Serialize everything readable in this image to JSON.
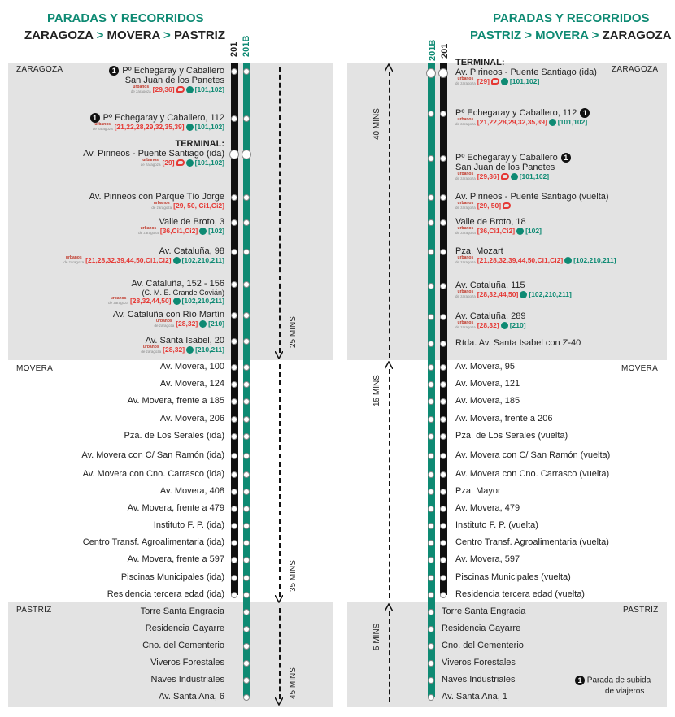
{
  "left": {
    "title": "PARADAS Y RECORRIDOS",
    "route": {
      "from": "ZARAGOZA",
      "sep1": " > ",
      "mid": "MOVERA",
      "sep2": " > ",
      "to": "PASTRIZ"
    },
    "lines": [
      "201",
      "201B"
    ],
    "zones": [
      "ZARAGOZA",
      "MOVERA",
      "PASTRIZ"
    ],
    "durations": [
      "25 MINS",
      "35 MINS",
      "45 MINS"
    ],
    "stops": [
      {
        "name": "Pº Echegaray y Caballero",
        "name2": "San Juan de los Panetes",
        "badge": "1",
        "red": "[29,36]",
        "tram": true,
        "teal": "[101,102]"
      },
      {
        "name": "Pº Echegaray y Caballero, 112",
        "badge": "1",
        "red": "[21,22,28,29,32,35,39]",
        "teal": "[101,102]"
      },
      {
        "pre": "TERMINAL:",
        "name": "Av. Pirineos - Puente Santiago (ida)",
        "red": "[29]",
        "tram": true,
        "teal": "[101,102]"
      },
      {
        "name": "Av. Pirineos con Parque Tío Jorge",
        "red": "[29, 50, Ci1,Ci2]"
      },
      {
        "name": "Valle de Broto, 3",
        "red": "[36,Ci1,Ci2]",
        "teal": "[102]"
      },
      {
        "name": "Av. Cataluña, 98",
        "red": "[21,28,32,39,44,50,Ci1,Ci2]",
        "teal": "[102,210,211]"
      },
      {
        "name": "Av. Cataluña, 152 - 156",
        "name2": "(C. M. E. Grande Covián)",
        "red": "[28,32,44,50]",
        "teal": "[102,210,211]"
      },
      {
        "name": "Av. Cataluña con Río Martín",
        "red": "[28,32]",
        "teal": "[210]"
      },
      {
        "name": "Av. Santa Isabel, 20",
        "red": "[28,32]",
        "teal": "[210,211]"
      },
      {
        "name": "Av. Movera, 100"
      },
      {
        "name": "Av. Movera, 124"
      },
      {
        "name": "Av. Movera, frente a 185"
      },
      {
        "name": "Av. Movera, 206"
      },
      {
        "name": "Pza. de Los Serales (ida)"
      },
      {
        "name": "Av. Movera con C/ San Ramón (ida)"
      },
      {
        "name": "Av. Movera con Cno. Carrasco (ida)"
      },
      {
        "name": "Av. Movera, 408"
      },
      {
        "name": "Av. Movera, frente a 479"
      },
      {
        "name": "Instituto F. P. (ida)"
      },
      {
        "name": "Centro Transf. Agroalimentaria (ida)"
      },
      {
        "name": "Av. Movera, frente a 597"
      },
      {
        "name": "Piscinas Municipales (ida)"
      },
      {
        "name": "Residencia tercera edad (ida)"
      },
      {
        "name": "Torre Santa Engracia"
      },
      {
        "name": "Residencia Gayarre"
      },
      {
        "name": "Cno. del Cementerio"
      },
      {
        "name": "Viveros Forestales"
      },
      {
        "name": "Naves Industriales"
      },
      {
        "name": "Av. Santa Ana, 6"
      }
    ]
  },
  "right": {
    "title": "PARADAS Y RECORRIDOS",
    "route": {
      "from": "PASTRIZ",
      "sep1": " > ",
      "mid": "MOVERA",
      "sep2": " > ",
      "to": "ZARAGOZA"
    },
    "lines": [
      "201B",
      "201"
    ],
    "zones": [
      "ZARAGOZA",
      "MOVERA",
      "PASTRIZ"
    ],
    "durations": [
      "40 MINS",
      "15 MINS",
      "5 MINS"
    ],
    "stops": [
      {
        "pre": "TERMINAL:",
        "name": "Av. Pirineos - Puente Santiago (ida)",
        "red": "[29]",
        "tram": true,
        "teal": "[101,102]"
      },
      {
        "name": "Pº Echegaray y Caballero, 112",
        "badge": "1",
        "red": "[21,22,28,29,32,35,39]",
        "teal": "[101,102]"
      },
      {
        "name": "Pº Echegaray y Caballero",
        "name2": "San Juan de los Panetes",
        "badge": "1",
        "red": "[29,36]",
        "tram": true,
        "teal": "[101,102]"
      },
      {
        "name": "Av. Pirineos - Puente Santiago (vuelta)",
        "red": "[29, 50]",
        "tram": true
      },
      {
        "name": "Valle de Broto, 18",
        "red": "[36,Ci1,Ci2]",
        "teal": "[102]"
      },
      {
        "name": "Pza. Mozart",
        "red": "[21,28,32,39,44,50,Ci1,Ci2]",
        "teal": "[102,210,211]"
      },
      {
        "name": "Av. Cataluña, 115",
        "red": "[28,32,44,50]",
        "teal": "[102,210,211]"
      },
      {
        "name": "Av. Cataluña, 289",
        "red": "[28,32]",
        "teal": "[210]"
      },
      {
        "name": "Rtda. Av. Santa Isabel con Z-40"
      },
      {
        "name": "Av. Movera, 95"
      },
      {
        "name": "Av. Movera, 121"
      },
      {
        "name": "Av. Movera, 185"
      },
      {
        "name": "Av. Movera, frente a 206"
      },
      {
        "name": "Pza. de Los Serales (vuelta)"
      },
      {
        "name": "Av. Movera con C/ San Ramón (vuelta)"
      },
      {
        "name": "Av. Movera con Cno. Carrasco (vuelta)"
      },
      {
        "name": "Pza. Mayor"
      },
      {
        "name": "Av. Movera, 479"
      },
      {
        "name": "Instituto F. P. (vuelta)"
      },
      {
        "name": "Centro Transf. Agroalimentaria (vuelta)"
      },
      {
        "name": "Av. Movera, 597"
      },
      {
        "name": "Piscinas Municipales (vuelta)"
      },
      {
        "name": "Residencia tercera edad (vuelta)"
      },
      {
        "name": "Torre Santa Engracia"
      },
      {
        "name": "Residencia Gayarre"
      },
      {
        "name": "Cno. del Cementerio"
      },
      {
        "name": "Viveros Forestales"
      },
      {
        "name": "Naves Industriales"
      },
      {
        "name": "Av. Santa Ana, 1"
      }
    ],
    "legend": {
      "badge": "1",
      "text1": "Parada de subida",
      "text2": "de viajeros"
    }
  },
  "logo": {
    "line1": "urbanos",
    "line2": "de zaragoza"
  },
  "colors": {
    "teal": "#0e8a73",
    "black": "#111111",
    "red": "#e53935",
    "band": "#e3e3e3"
  }
}
